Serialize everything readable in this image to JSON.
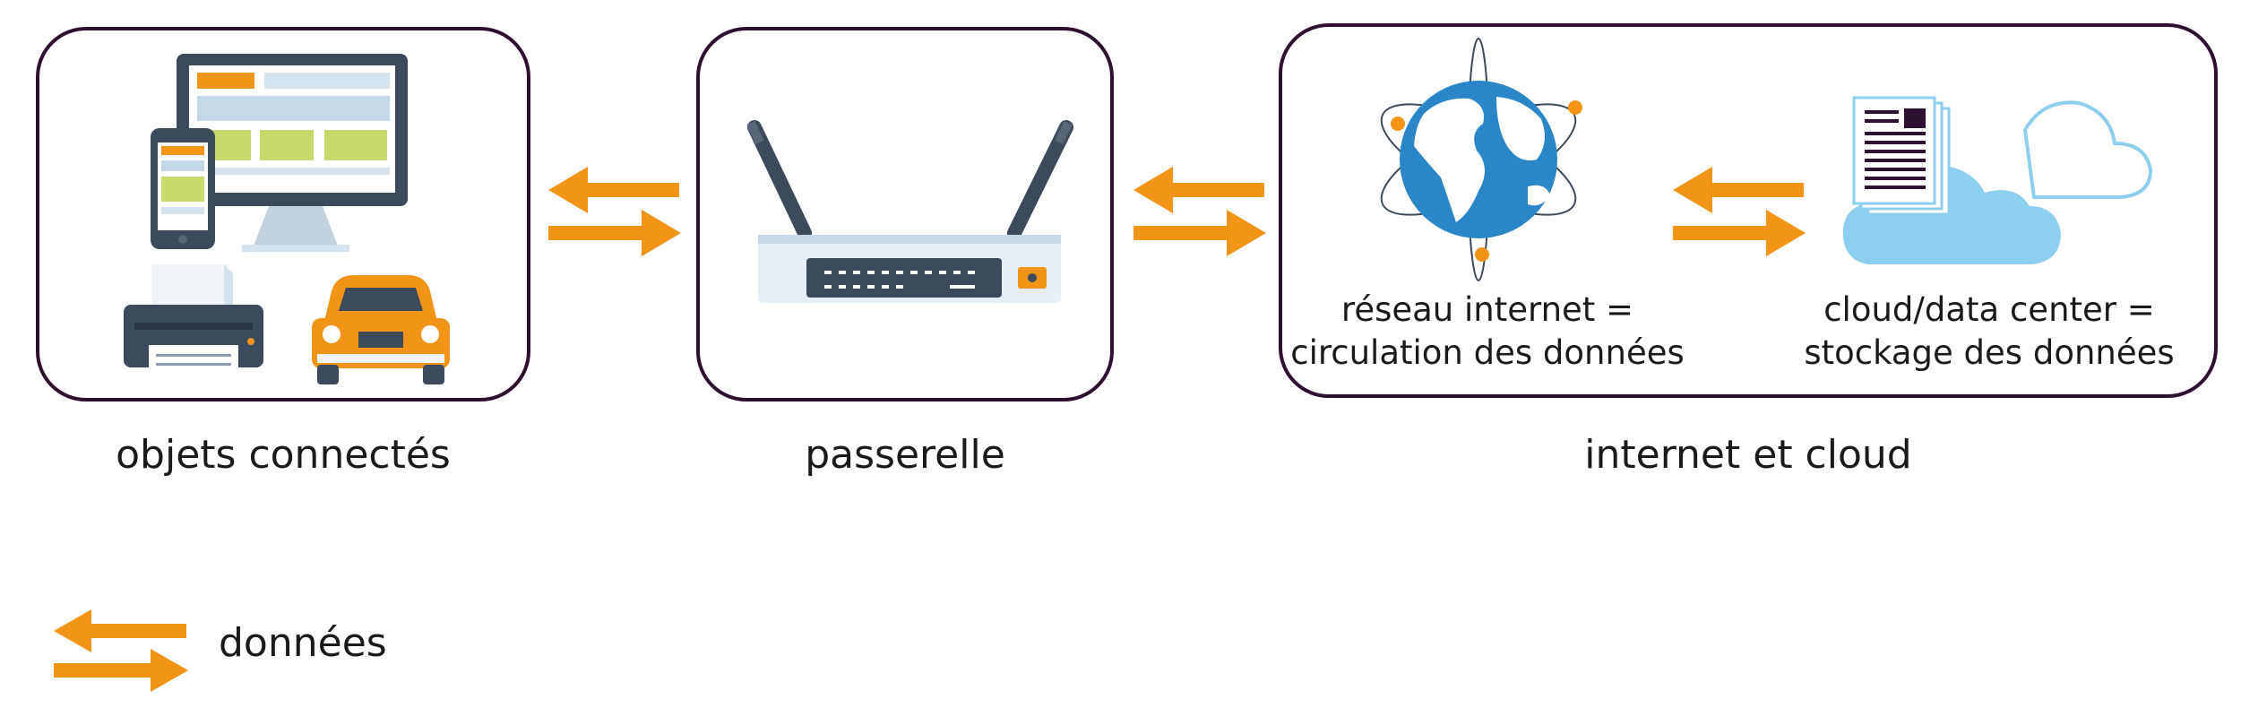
{
  "nodes": {
    "objects": {
      "label": "objets connectés"
    },
    "gateway": {
      "label": "passerelle"
    },
    "cloud_group": {
      "label": "internet et cloud",
      "internet": {
        "line1": "réseau internet =",
        "line2": "circulation des données"
      },
      "datacenter": {
        "line1": "cloud/data center =",
        "line2": "stockage des données"
      }
    }
  },
  "legend": {
    "label": "données"
  },
  "colors": {
    "arrow": "#F29417",
    "border": "#2E1130",
    "screen": "#3D4A5C",
    "cloud": "#8ECFF0",
    "globe": "#2A86C7"
  }
}
